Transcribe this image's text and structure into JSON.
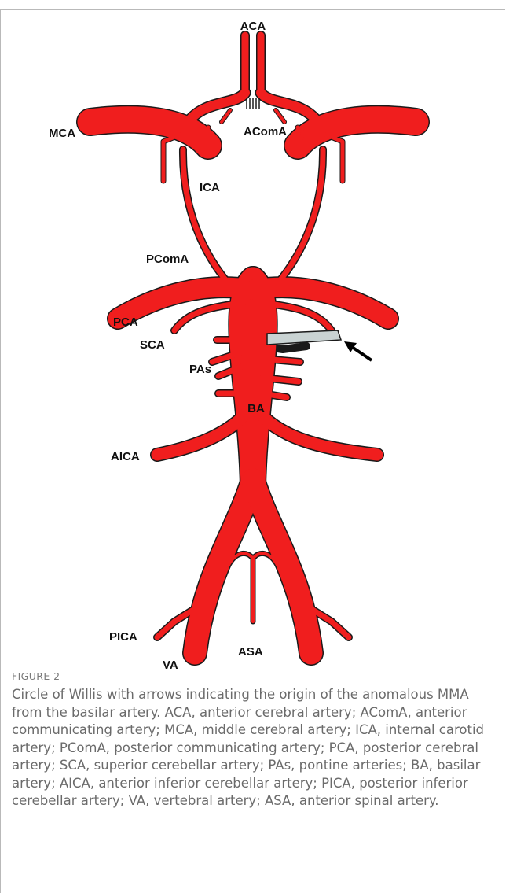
{
  "figure": {
    "labels": {
      "aca": "ACA",
      "mca": "MCA",
      "acoma": "AComA",
      "ica": "ICA",
      "pcoma": "PComA",
      "pca": "PCA",
      "sca": "SCA",
      "pas": "PAs",
      "ba": "BA",
      "aica": "AICA",
      "pica": "PICA",
      "va": "VA",
      "asa": "ASA"
    },
    "colors": {
      "artery": "#f01e1e",
      "artery_outline": "#1a1a1a",
      "anomalous_vessel": "#c9d3d3",
      "arrow": "#000000"
    }
  },
  "caption": {
    "label": "FIGURE 2",
    "text": "Circle of Willis with arrows indicating the origin of the anomalous MMA from the basilar artery. ACA, anterior cerebral artery; AComA, anterior communicating artery; MCA, middle cerebral artery; ICA, internal carotid artery; PComA, posterior communicating artery; PCA, posterior cerebral artery; SCA, superior cerebellar artery; PAs, pontine arteries; BA, basilar artery; AICA, anterior inferior cerebellar artery; PICA, posterior inferior cerebellar artery; VA, vertebral artery; ASA, anterior spinal artery."
  }
}
